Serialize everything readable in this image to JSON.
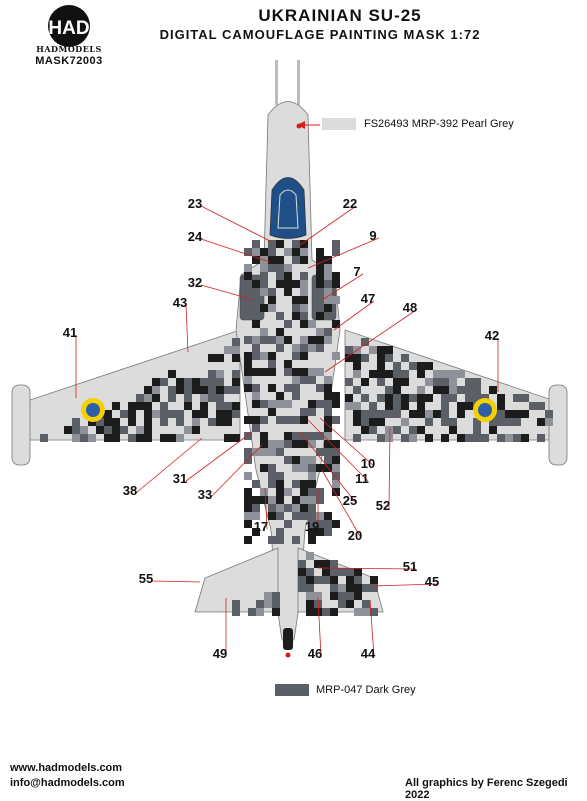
{
  "header": {
    "logo_text": "HAD",
    "brand": "HADMODELS",
    "code": "MASK72003",
    "title": "UKRAINIAN SU-25",
    "subtitle": "DIGITAL CAMOUFLAGE PAINTING MASK 1:72"
  },
  "colors": {
    "pearl_grey": "#dcdcdc",
    "dark_grey": "#5b5f66",
    "black": "#1c1c1c",
    "mid_grey": "#8e9298",
    "canopy_blue": "#1f4f87",
    "roundel_blue": "#2d5fa8",
    "roundel_yellow": "#f5d000",
    "leader_red": "#d22020"
  },
  "swatches": [
    {
      "label": "FS26493 MRP-392 Pearl Grey",
      "color": "#dcdcdc"
    },
    {
      "label": "MRP-047 Dark Grey",
      "color": "#5b5f66"
    }
  ],
  "callouts": [
    {
      "n": "23"
    },
    {
      "n": "22"
    },
    {
      "n": "24"
    },
    {
      "n": "9"
    },
    {
      "n": "7"
    },
    {
      "n": "32"
    },
    {
      "n": "47"
    },
    {
      "n": "48"
    },
    {
      "n": "43"
    },
    {
      "n": "41"
    },
    {
      "n": "42"
    },
    {
      "n": "10"
    },
    {
      "n": "11"
    },
    {
      "n": "25"
    },
    {
      "n": "31"
    },
    {
      "n": "33"
    },
    {
      "n": "38"
    },
    {
      "n": "52"
    },
    {
      "n": "20"
    },
    {
      "n": "17"
    },
    {
      "n": "19"
    },
    {
      "n": "51"
    },
    {
      "n": "55"
    },
    {
      "n": "45"
    },
    {
      "n": "49"
    },
    {
      "n": "46"
    },
    {
      "n": "44"
    }
  ],
  "footer": {
    "website": "www.hadmodels.com",
    "email": "info@hadmodels.com",
    "credit": "All graphics by Ferenc Szegedi 2022"
  }
}
